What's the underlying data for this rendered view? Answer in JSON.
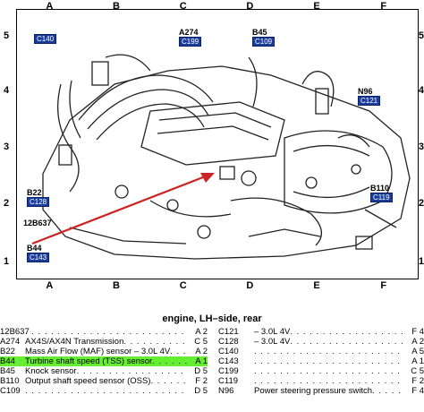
{
  "grid": {
    "columns": [
      "A",
      "B",
      "C",
      "D",
      "E",
      "F"
    ],
    "rows": [
      "5",
      "4",
      "3",
      "2",
      "1"
    ]
  },
  "callouts": {
    "c140": {
      "conn": "C140"
    },
    "a274": {
      "name": "A274",
      "conn": "C199"
    },
    "b45": {
      "name": "B45",
      "conn": "C109"
    },
    "n96": {
      "name": "N96",
      "conn": "C121"
    },
    "b22": {
      "name": "B22",
      "conn": "C128"
    },
    "b12b637": {
      "name": "12B637"
    },
    "b44": {
      "name": "B44",
      "conn": "C143"
    },
    "b110": {
      "name": "B110",
      "conn": "C119"
    }
  },
  "caption": "engine, LH–side, rear",
  "legend_left": [
    {
      "code": "12B637",
      "desc": "",
      "loc": "A 2"
    },
    {
      "code": "A274",
      "desc": "AX4S/AX4N Transmission",
      "loc": "C 5"
    },
    {
      "code": "B22",
      "desc": "Mass Air Flow (MAF) sensor – 3.0L 4V",
      "loc": "A 2"
    },
    {
      "code": "B44",
      "desc": "Turbine shaft speed (TSS) sensor",
      "loc": "A 1",
      "highlight": true
    },
    {
      "code": "B45",
      "desc": "Knock sensor",
      "loc": "D 5"
    },
    {
      "code": "B110",
      "desc": "Output shaft speed sensor (OSS)",
      "loc": "F 2"
    },
    {
      "code": "C109",
      "desc": "",
      "loc": "D 5"
    }
  ],
  "legend_right": [
    {
      "code": "C121",
      "desc": "– 3.0L 4V",
      "loc": "F 4"
    },
    {
      "code": "C128",
      "desc": "– 3.0L 4V",
      "loc": "A 2"
    },
    {
      "code": "C140",
      "desc": "",
      "loc": "A 5"
    },
    {
      "code": "C143",
      "desc": "",
      "loc": "A 1"
    },
    {
      "code": "C199",
      "desc": "",
      "loc": "C 5"
    },
    {
      "code": "C119",
      "desc": "",
      "loc": "F 2"
    },
    {
      "code": "N96",
      "desc": "Power steering pressure switch",
      "loc": "F 4"
    }
  ],
  "colors": {
    "connector": "#1a3d9c",
    "arrow": "#cc2222",
    "highlight": "#66ee33"
  }
}
